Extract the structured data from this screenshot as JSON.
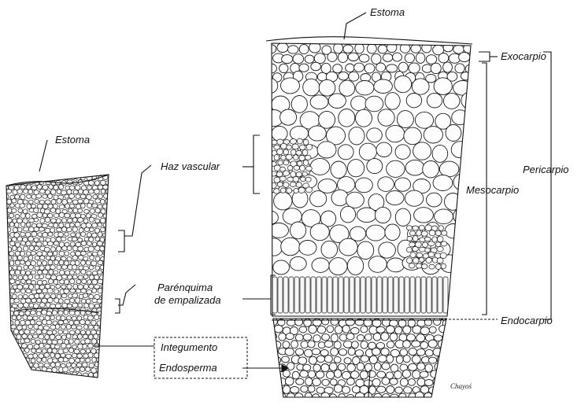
{
  "labels": {
    "estoma_left": "Estoma",
    "estoma_right": "Estoma",
    "haz_vascular": "Haz vascular",
    "parenquima_line1": "Parénquima",
    "parenquima_line2": "de empalizada",
    "integumento": "Integumento",
    "endosperma": "Endosperma",
    "exocarpio": "Exocarpio",
    "mesocarpio": "Mesocarpio",
    "endocarpio": "Endocarpio",
    "pericarpio": "Pericarpio",
    "signature": "Chayoś"
  }
}
